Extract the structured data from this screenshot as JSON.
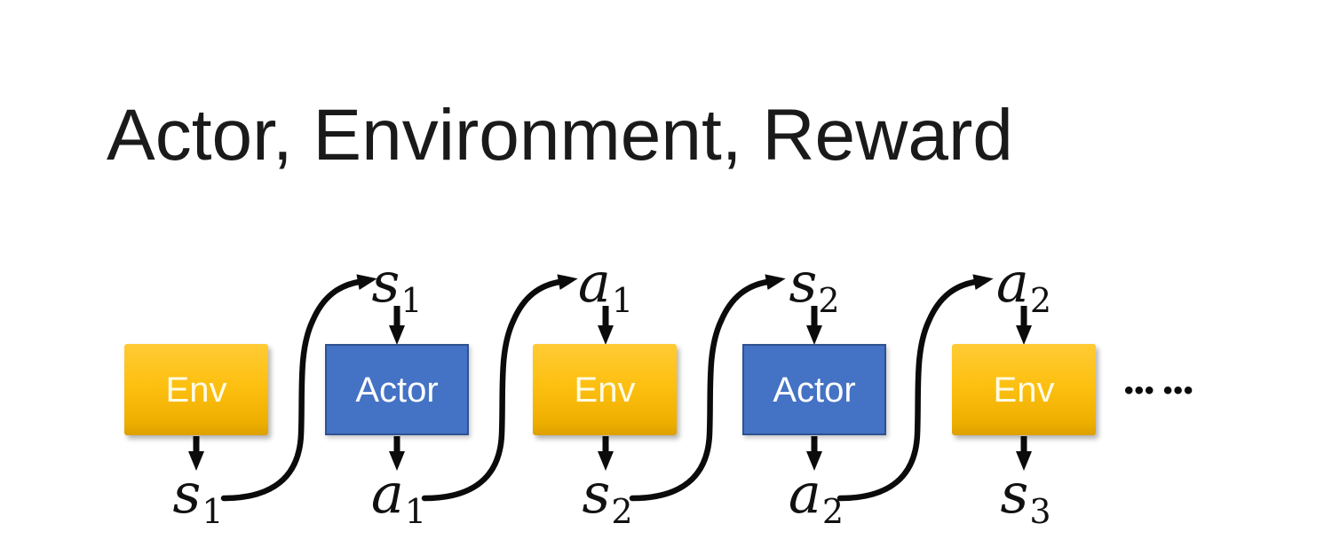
{
  "slide": {
    "title": "Actor, Environment, Reward",
    "background_color": "#ffffff",
    "title_color": "#1a1a1a"
  },
  "colors": {
    "env_fill_top": "#FFCB35",
    "env_fill_bottom": "#DCA000",
    "env_text": "#FFFBE6",
    "actor_fill": "#4472C4",
    "actor_border": "#2F528F",
    "actor_text": "#FFFFFF",
    "arrow": "#0b0b0b"
  },
  "diagram": {
    "boxes": [
      {
        "label": "Env",
        "type": "env"
      },
      {
        "label": "Actor",
        "type": "actor"
      },
      {
        "label": "Env",
        "type": "env"
      },
      {
        "label": "Actor",
        "type": "actor"
      },
      {
        "label": "Env",
        "type": "env"
      }
    ],
    "top_labels": [
      {
        "base": "s",
        "sub": "1"
      },
      {
        "base": "a",
        "sub": "1"
      },
      {
        "base": "s",
        "sub": "2"
      },
      {
        "base": "a",
        "sub": "2"
      }
    ],
    "bottom_labels": [
      {
        "base": "s",
        "sub": "1"
      },
      {
        "base": "a",
        "sub": "1"
      },
      {
        "base": "s",
        "sub": "2"
      },
      {
        "base": "a",
        "sub": "2"
      },
      {
        "base": "s",
        "sub": "3"
      }
    ],
    "ellipsis": "••• •••"
  }
}
